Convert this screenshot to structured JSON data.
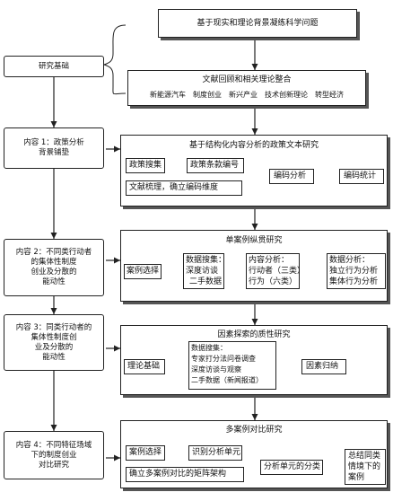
{
  "top": {
    "question": "基于现实和理论背景凝练科学问题",
    "review_title": "文献回顾和相关理论整合",
    "review_items": "新能源汽车　制度创业　新兴产业　技术创新理论　转型经济"
  },
  "left": {
    "basis": "研究基础",
    "c1": [
      "内容 1：政策分析",
      "背景铺垫"
    ],
    "c2": [
      "内容 2：不同类行动者",
      "的集体性制度",
      "创业及分散的",
      "能动性"
    ],
    "c3": [
      "内容 3：同类行动者的",
      "集体性制度创",
      "业及分散的",
      "能动性"
    ],
    "c4": [
      "内容 4：不同特征场域",
      "下的制度创业",
      "对比研究"
    ]
  },
  "s1": {
    "title": "基于结构化内容分析的政策文本研究",
    "collect": "政策搜集",
    "code": "政策条款编号",
    "review": "文献梳理，确立编码维度",
    "analysis": "编码分析",
    "stats": "编码统计"
  },
  "s2": {
    "title": "单案例纵贯研究",
    "select": "案例选择",
    "data": [
      "数据搜集：",
      "深度访谈",
      "二手数据"
    ],
    "content": [
      "内容分析：",
      "行动者（三类）",
      "行为（六类）"
    ],
    "analysis": [
      "数据分析：",
      "独立行为分析",
      "集体行为分析"
    ]
  },
  "s3": {
    "title": "因素探索的质性研究",
    "theory": "理论基础",
    "data": [
      "数据搜集：",
      "专家打分法问卷调查",
      "深度访谈与观察",
      "二手数据（新闻报道）"
    ],
    "induction": "因素归纳"
  },
  "s4": {
    "title": "多案例对比研究",
    "select": "案例选择",
    "identify": "识别分析单元",
    "framework": "确立多案例对比的矩阵架构",
    "classify": "分析单元的分类",
    "summary": [
      "总结同类",
      "情境下的",
      "案例"
    ]
  }
}
